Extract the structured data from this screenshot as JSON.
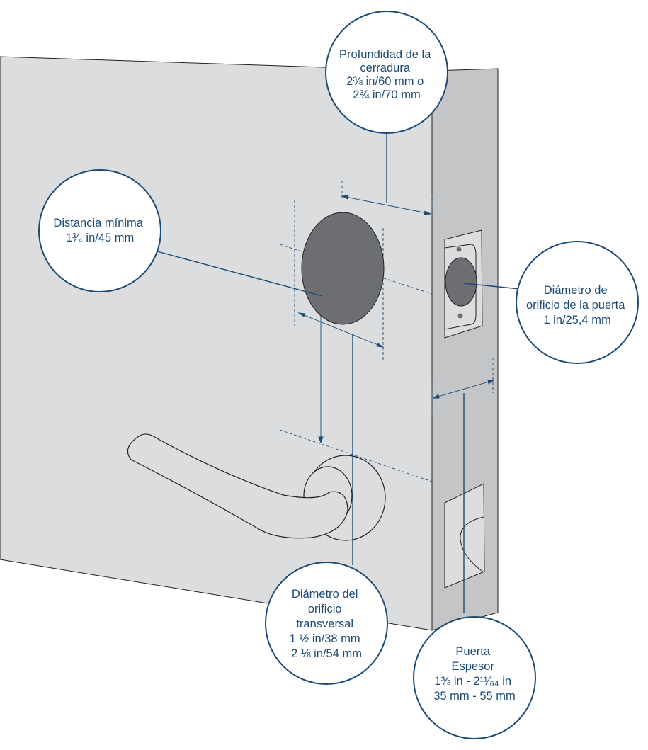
{
  "callouts": {
    "lock_depth": {
      "lines": [
        "Profundidad de la",
        "cerradura",
        "2⅜ in/60 mm o",
        "2¾ in/70 mm"
      ]
    },
    "min_distance": {
      "lines": [
        "Distancia mínima",
        "1³⁄₄ in/45 mm"
      ]
    },
    "door_hole_diameter": {
      "lines": [
        "Diámetro de",
        "orificio de la puerta",
        "1 in/25,4 mm"
      ]
    },
    "cross_bore_diameter": {
      "lines": [
        "Diámetro del",
        "orificio",
        "transversal",
        "1 ½ in/38 mm",
        "2 ⅛ in/54 mm"
      ]
    },
    "door_thickness": {
      "lines": [
        "Puerta",
        "Espesor",
        "1⅜ in - 2¹¹⁄₆₄ in",
        "35 mm - 55 mm"
      ]
    }
  },
  "colors": {
    "accent": "#1c4a74",
    "door_face": "#dcddde",
    "door_edge": "#c4c5c6",
    "bore": "#6d6e71",
    "outline": "#231f20"
  }
}
